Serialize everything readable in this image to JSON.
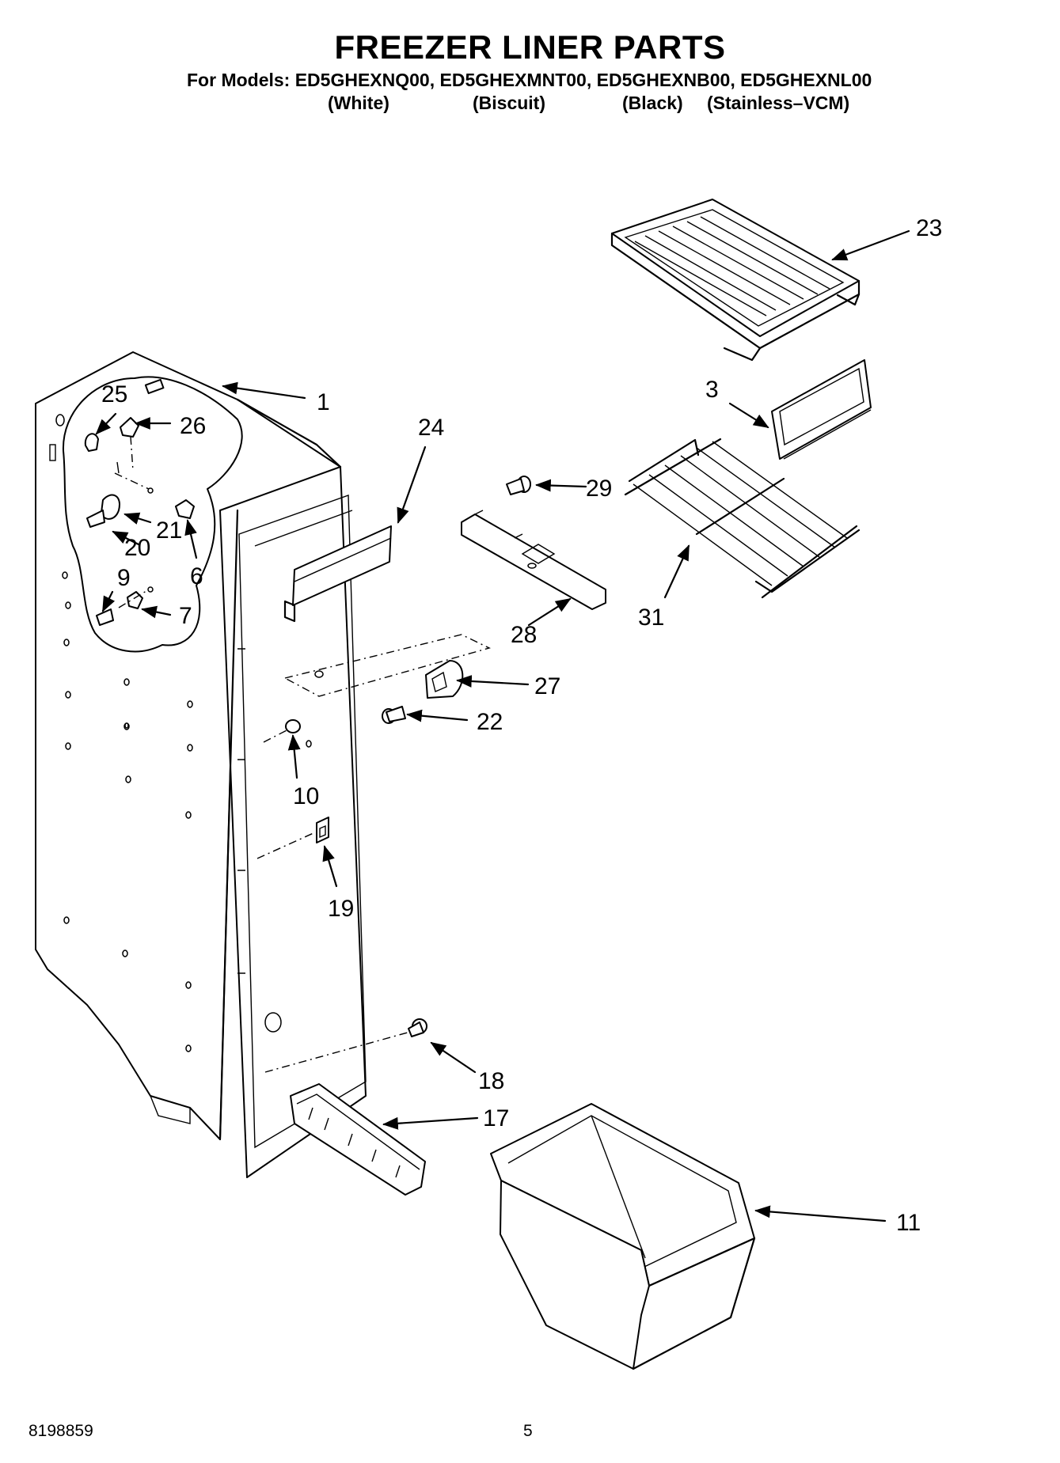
{
  "header": {
    "title": "FREEZER LINER PARTS",
    "models": "For Models: ED5GHEXNQ00, ED5GHEXMNT00, ED5GHEXNB00, ED5GHEXNL00",
    "colors": [
      "(White)",
      "(Biscuit)",
      "(Black)",
      "(Stainless–VCM)"
    ]
  },
  "diagram": {
    "callouts": [
      {
        "id": "c1",
        "label": "1"
      },
      {
        "id": "c3",
        "label": "3"
      },
      {
        "id": "c6",
        "label": "6"
      },
      {
        "id": "c7",
        "label": "7"
      },
      {
        "id": "c9",
        "label": "9"
      },
      {
        "id": "c10",
        "label": "10"
      },
      {
        "id": "c11",
        "label": "11"
      },
      {
        "id": "c17",
        "label": "17"
      },
      {
        "id": "c18",
        "label": "18"
      },
      {
        "id": "c19",
        "label": "19"
      },
      {
        "id": "c20",
        "label": "20"
      },
      {
        "id": "c21",
        "label": "21"
      },
      {
        "id": "c22",
        "label": "22"
      },
      {
        "id": "c23",
        "label": "23"
      },
      {
        "id": "c24",
        "label": "24"
      },
      {
        "id": "c25",
        "label": "25"
      },
      {
        "id": "c26",
        "label": "26"
      },
      {
        "id": "c27",
        "label": "27"
      },
      {
        "id": "c28",
        "label": "28"
      },
      {
        "id": "c29",
        "label": "29"
      },
      {
        "id": "c31",
        "label": "31"
      }
    ]
  },
  "footer": {
    "part_number": "8198859",
    "page_number": "5"
  }
}
